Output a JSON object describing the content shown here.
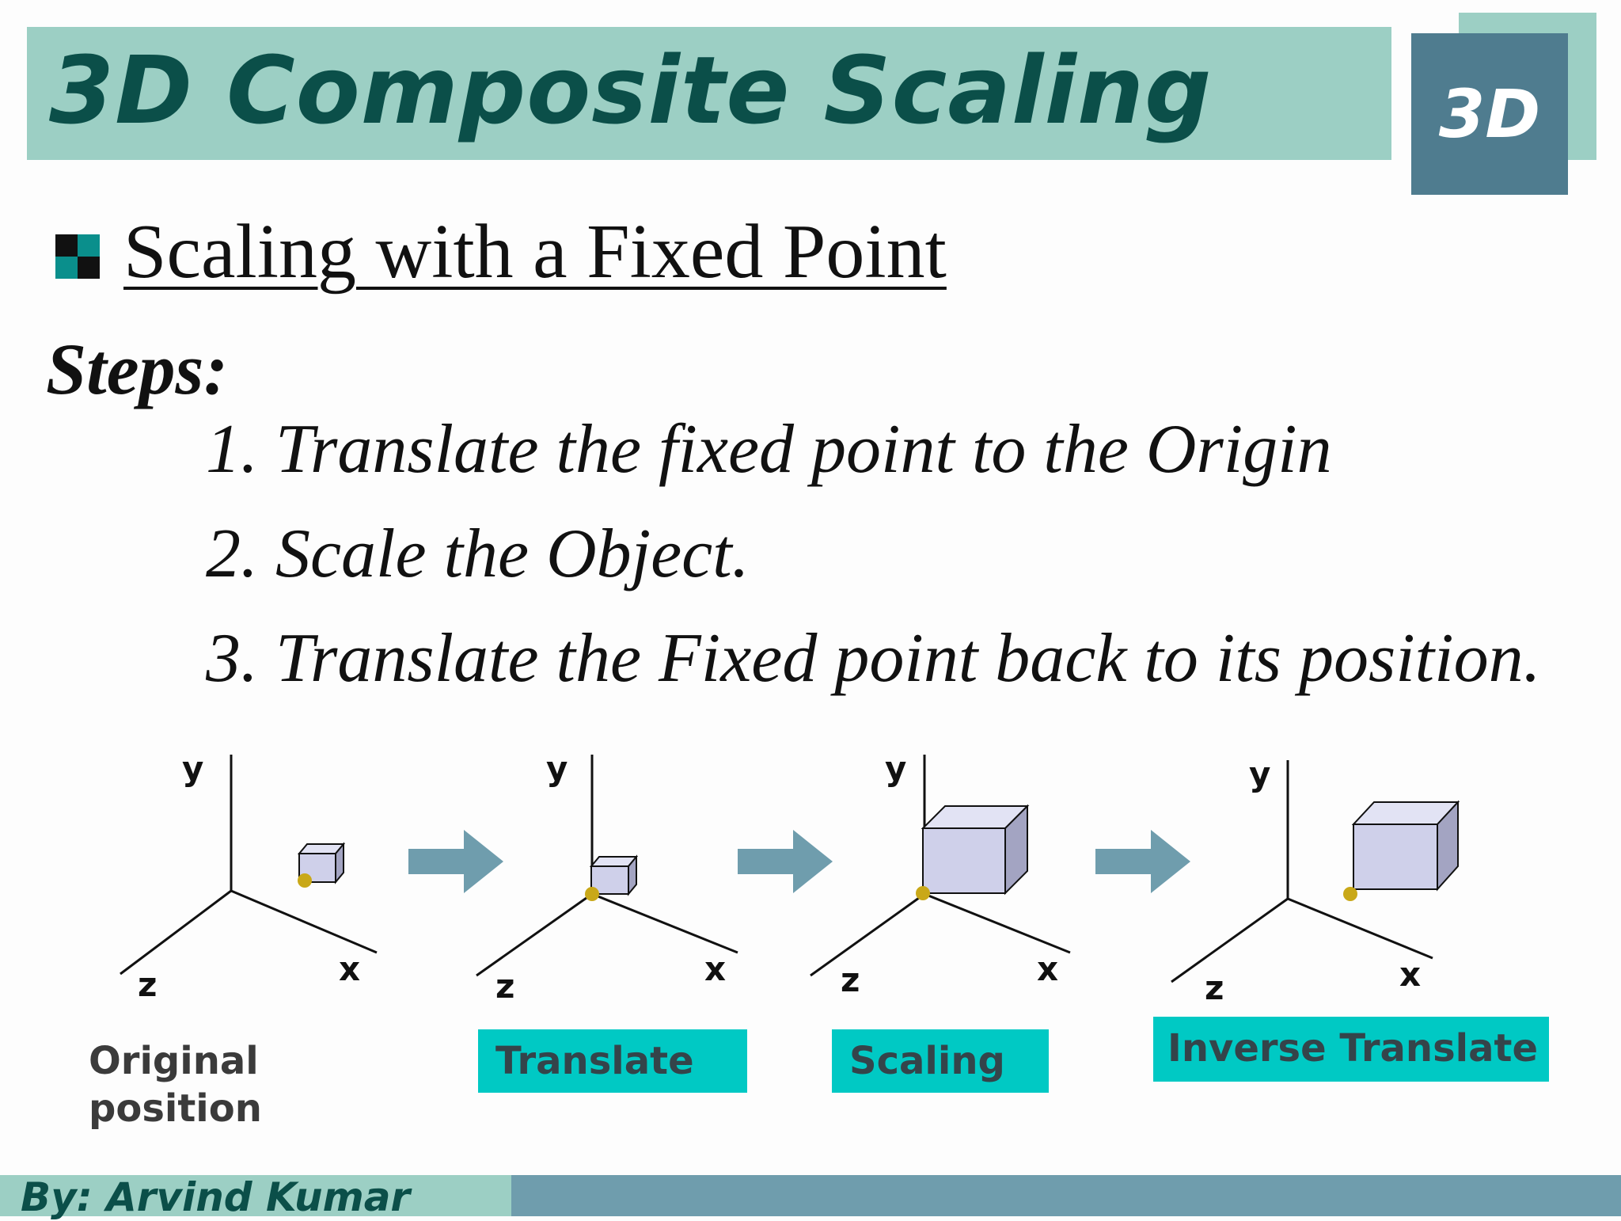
{
  "slide": {
    "title": "3D Composite Scaling",
    "badge": "3D",
    "subtitle": "Scaling with a Fixed Point",
    "steps_heading": "Steps:",
    "steps": [
      "1. Translate the fixed point to the Origin",
      "2. Scale the Object.",
      "3. Translate the Fixed point back to its position."
    ],
    "footer": "By: Arvind Kumar"
  },
  "diagram": {
    "axes": {
      "y": "y",
      "x": "x",
      "z": "z"
    },
    "captions": {
      "original": "Original\nposition",
      "translate": "Translate",
      "scaling": "Scaling",
      "inverse": "Inverse Translate"
    }
  },
  "colors": {
    "title_band": "#9ccfc4",
    "title_text": "#0b4f49",
    "badge": "#4f7c8f",
    "caption_box": "#00c9c4",
    "arrow": "#6f9dad",
    "cube_face": "#cfd0ea",
    "fixed_point": "#c9a818"
  }
}
